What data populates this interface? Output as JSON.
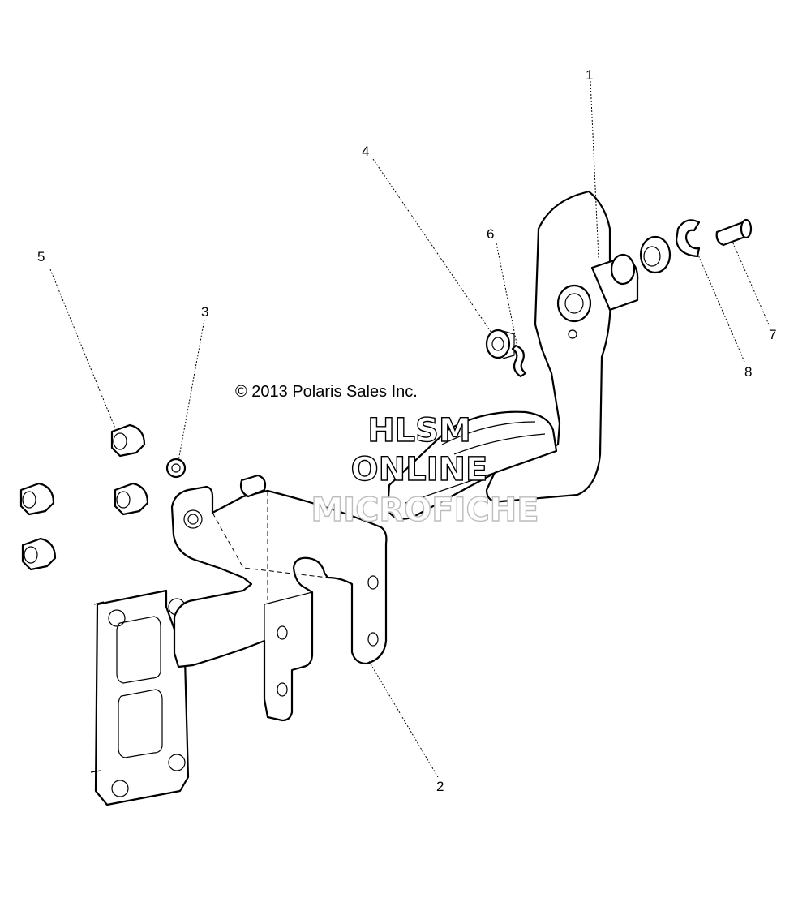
{
  "copyright": "© 2013 Polaris Sales Inc.",
  "watermark": {
    "line1": "HLSM",
    "line2": "ONLINE",
    "line3": "MICROFICHE"
  },
  "callouts": [
    {
      "id": "1",
      "label": "1"
    },
    {
      "id": "2",
      "label": "2"
    },
    {
      "id": "3",
      "label": "3"
    },
    {
      "id": "4",
      "label": "4"
    },
    {
      "id": "5",
      "label": "5"
    },
    {
      "id": "6",
      "label": "6"
    },
    {
      "id": "7",
      "label": "7"
    },
    {
      "id": "8",
      "label": "8"
    }
  ]
}
